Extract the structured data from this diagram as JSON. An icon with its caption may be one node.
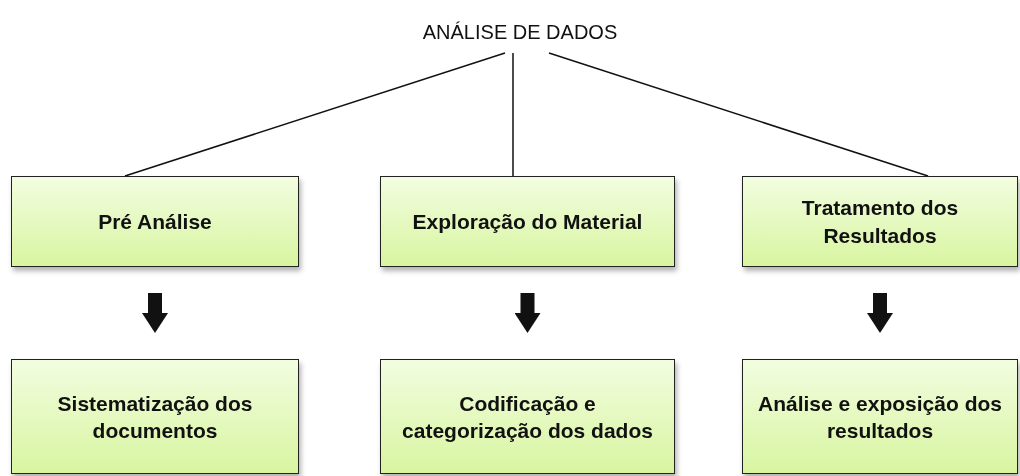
{
  "diagram": {
    "nodes": [
      {
        "text": [
          "ANÁLISE DE DADOS"
        ]
      },
      {
        "text": [
          "Pré Análise"
        ]
      },
      {
        "text": [
          "Exploração do Material"
        ]
      },
      {
        "text": [
          "Tratamento dos Resultados"
        ]
      },
      {
        "text": [
          "Sistematização dos documentos"
        ]
      },
      {
        "text": [
          "Codificação e categorização dos dados"
        ]
      },
      {
        "text": [
          "Análise e exposição dos resultados"
        ]
      }
    ],
    "edges": [
      {
        "from": 0,
        "to": 1,
        "arrow": "none"
      },
      {
        "from": 0,
        "to": 2,
        "arrow": "none"
      },
      {
        "from": 0,
        "to": 3,
        "arrow": "none"
      },
      {
        "from": 1,
        "to": 4,
        "arrow": "to",
        "style": "thick"
      },
      {
        "from": 2,
        "to": 5,
        "arrow": "to",
        "style": "thick"
      },
      {
        "from": 3,
        "to": 6,
        "arrow": "to",
        "style": "thick"
      }
    ]
  }
}
